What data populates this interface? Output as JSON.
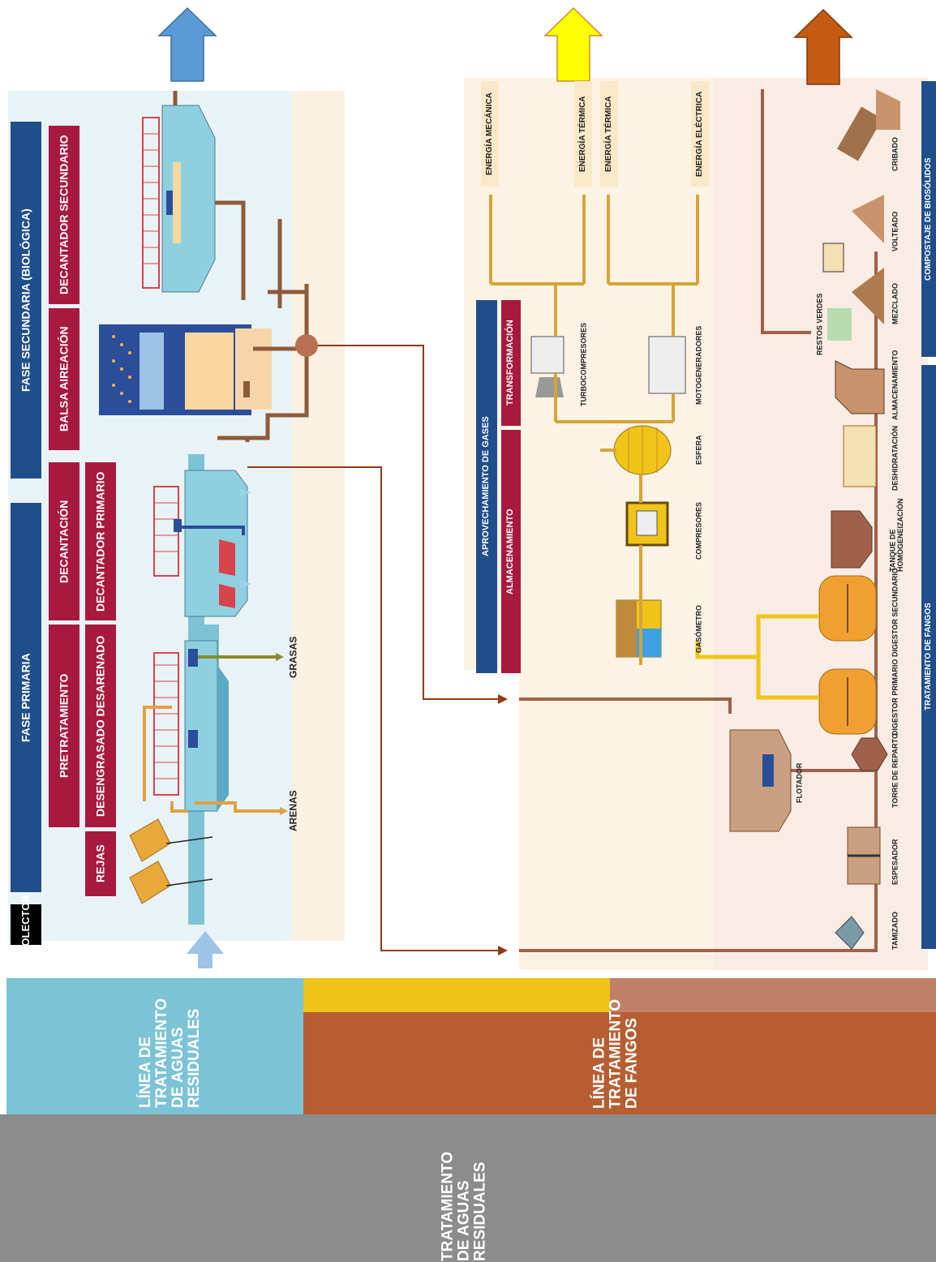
{
  "colors": {
    "water": "#7cc3d6",
    "sludge": "#b65e32",
    "gas": "#f0c419",
    "gray": "#8c8c8c",
    "blue_header": "#1f4f8a",
    "red_header": "#a8193f",
    "pipe": "#8e5a3a"
  },
  "top_arrows": {
    "water": "water-arrow-blue",
    "energy": "energy-arrow-yellow",
    "compost": "compost-arrow-brown"
  },
  "bottom_bands": {
    "wastewater_line": "LÍNEA DE\nTRATAMIENTO\nDE AGUAS\nRESIDUALES",
    "sludge_line": "LÍNEA DE\nTRATAMIENTO\nDE FANGOS",
    "overall": "TRATAMIENTO\nDE AGUAS\nRESIDUALES"
  },
  "water_line": {
    "collector": "COLECTOR",
    "phase_primary": "FASE PRIMARIA",
    "phase_secondary": "FASE SECUNDARIA (BIOLÓGICA)",
    "pretreatment": "PRETRATAMIENTO",
    "decantation": "DECANTACIÓN",
    "rejas": "REJAS",
    "desengrasado": "DESENGRASADO DESARENADO",
    "decantador_primario": "DECANTADOR PRIMARIO",
    "balsa": "BALSA AIREACIÓN",
    "decantador_secundario": "DECANTADOR SECUNDARIO",
    "grasas": "GRASAS",
    "arenas": "ARENAS"
  },
  "gas_section": {
    "header": "APROVECHAMIENTO DE GASES",
    "almacenamiento": "ALMACENAMIENTO",
    "transformacion": "TRANSFORMACIÓN",
    "energia_mecanica": "ENERGÍA MECÁNICA",
    "energia_termica_1": "ENERGÍA TÉRMICA",
    "energia_termica_2": "ENERGÍA TÉRMICA",
    "energia_electrica": "ENERGÍA ELÉCTRICA",
    "turbocompresores": "TURBOCOMPRESORES",
    "motogeneradores": "MOTOGENERADORES",
    "esfera": "ESFERA",
    "compresores": "COMPRESORES",
    "gasometro": "GASÓMETRO"
  },
  "sludge_section": {
    "header_fangos": "TRATAMIENTO DE FANGOS",
    "header_compostaje": "COMPOSTAJE DE BIOSÓLIDOS",
    "tamizado": "TAMIZADO",
    "espesador": "ESPESADOR",
    "flotador": "FLOTADOR",
    "torre": "TORRE DE REPARTO",
    "digestor_primario": "DIGESTOR PRIMARIO",
    "digestor_secundario": "DIGESTOR SECUNDARIO",
    "tanque": "TANQUE DE\nHOMOGENEIZACIÓN",
    "deshidratacion": "DESHIDRATACIÓN",
    "almacenamiento": "ALMACENAMIENTO",
    "restos_verdes": "RESTOS VERDES",
    "mezclado": "MEZCLADO",
    "volteado": "VOLTEADO",
    "cribado": "CRIBADO"
  }
}
